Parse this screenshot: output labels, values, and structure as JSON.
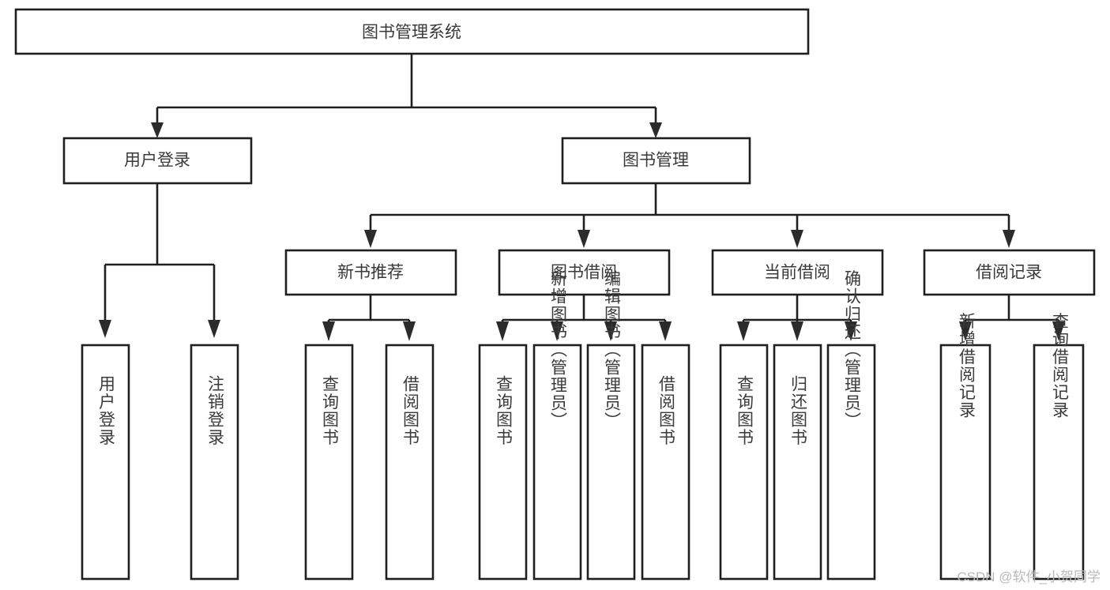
{
  "diagram": {
    "title": "图书管理系统",
    "type": "tree-hierarchy",
    "watermark": "CSDN @软件_小贺同学",
    "colors": {
      "background": "#ffffff",
      "box_fill": "#ffffff",
      "box_stroke": "#1f1f1f",
      "text": "#3a3a3a",
      "connector": "#1f1f1f",
      "watermark": "#b9b9b9"
    },
    "root": {
      "id": "root",
      "label": "图书管理系统",
      "orientation": "horizontal"
    },
    "level2": [
      {
        "id": "user-login",
        "label": "用户登录",
        "orientation": "horizontal"
      },
      {
        "id": "book-manage",
        "label": "图书管理",
        "orientation": "horizontal"
      }
    ],
    "level3": [
      {
        "id": "new-book-recommend",
        "label": "新书推荐",
        "orientation": "horizontal",
        "parent": "book-manage"
      },
      {
        "id": "book-borrow",
        "label": "图书借阅",
        "orientation": "horizontal",
        "parent": "book-manage"
      },
      {
        "id": "current-borrow",
        "label": "当前借阅",
        "orientation": "horizontal",
        "parent": "book-manage"
      },
      {
        "id": "borrow-record",
        "label": "借阅记录",
        "orientation": "horizontal",
        "parent": "book-manage"
      }
    ],
    "leaves": {
      "user-login": [
        {
          "id": "leaf-user-login",
          "label": "用户登录",
          "orientation": "vertical"
        },
        {
          "id": "leaf-user-logout",
          "label": "注销登录",
          "orientation": "vertical"
        }
      ],
      "new-book-recommend": [
        {
          "id": "leaf-query-book-1",
          "label": "查询图书",
          "orientation": "vertical"
        },
        {
          "id": "leaf-borrow-book-1",
          "label": "借阅图书",
          "orientation": "vertical"
        }
      ],
      "book-borrow": [
        {
          "id": "leaf-query-book-2",
          "label": "查询图书",
          "orientation": "vertical"
        },
        {
          "id": "leaf-add-book",
          "label": "新增图书（管理员）",
          "orientation": "vertical"
        },
        {
          "id": "leaf-edit-book",
          "label": "编辑图书（管理员）",
          "orientation": "vertical"
        },
        {
          "id": "leaf-borrow-book-2",
          "label": "借阅图书",
          "orientation": "vertical"
        }
      ],
      "current-borrow": [
        {
          "id": "leaf-query-book-3",
          "label": "查询图书",
          "orientation": "vertical"
        },
        {
          "id": "leaf-return-book",
          "label": "归还图书",
          "orientation": "vertical"
        },
        {
          "id": "leaf-confirm-return",
          "label": "确认归还（管理员）",
          "orientation": "vertical"
        }
      ],
      "borrow-record": [
        {
          "id": "leaf-add-record",
          "label": "新增借阅记录",
          "orientation": "vertical"
        },
        {
          "id": "leaf-query-record",
          "label": "查询借阅记录",
          "orientation": "vertical"
        }
      ]
    }
  }
}
